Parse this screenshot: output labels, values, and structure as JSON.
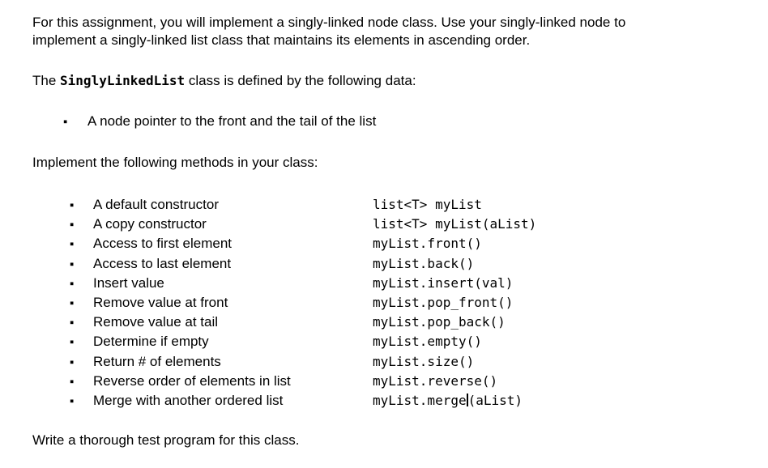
{
  "colors": {
    "text": "#000000",
    "background": "#ffffff"
  },
  "intro": {
    "line1": "For this assignment, you will implement a singly-linked node class. Use your singly-linked node to",
    "line2": "implement a singly-linked list class that maintains its elements in ascending order."
  },
  "definition": {
    "prefix": "The ",
    "class_name": "SinglyLinkedList",
    "suffix": " class is defined by the following data:",
    "bullet": "▪",
    "data_item": "A node pointer to the front and the tail of the list"
  },
  "methods": {
    "heading": "Implement the following methods in your class:",
    "bullet": "▪",
    "rows": [
      {
        "label": "A default constructor",
        "code": "list<T> myList"
      },
      {
        "label": "A copy constructor",
        "code": "list<T> myList(aList)"
      },
      {
        "label": "Access to first element",
        "code": "myList.front()"
      },
      {
        "label": "Access to last element",
        "code": "myList.back()"
      },
      {
        "label": "Insert value",
        "code": "myList.insert(val)"
      },
      {
        "label": "Remove value at front",
        "code": "myList.pop_front()"
      },
      {
        "label": "Remove value at tail",
        "code": "myList.pop_back()"
      },
      {
        "label": "Determine if empty",
        "code": "myList.empty()"
      },
      {
        "label": "Return # of elements",
        "code": "myList.size()"
      },
      {
        "label": "Reverse order of elements in list",
        "code": "myList.reverse()"
      },
      {
        "label": "Merge with another ordered list",
        "code": "myList.merge",
        "caret": true,
        "code_after": "(aList)"
      }
    ]
  },
  "footer": {
    "text": "Write a thorough test program for this class."
  }
}
